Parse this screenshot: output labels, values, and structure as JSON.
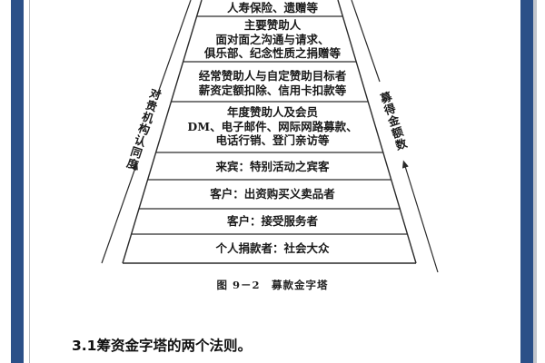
{
  "figure": {
    "tiers": [
      {
        "lines": [
          "人寿保险、遗赠等"
        ]
      },
      {
        "lines": [
          "主要赞助人",
          "面对面之沟通与请求、",
          "俱乐部、纪念性质之捐赠等"
        ]
      },
      {
        "lines": [
          "经常赞助人与自定赞助目标者",
          "薪资定额扣除、信用卡扣款等"
        ]
      },
      {
        "lines": [
          "年度赞助人及会员",
          "DM、电子邮件、网际网路募款、",
          "电话行销、登门亲访等"
        ]
      },
      {
        "lines": [
          "来宾：特别活动之宾客"
        ]
      },
      {
        "lines": [
          "客户：出资购买义卖品者"
        ]
      },
      {
        "lines": [
          "客户：接受服务者"
        ]
      },
      {
        "lines": [
          "个人捐款者：社会大众"
        ]
      }
    ],
    "left_axis_label": "对贵机构认同度",
    "right_axis_label": "募得金额数",
    "caption": "图 9－2　募款金字塔"
  },
  "section_heading": "3.1筹资金字塔的两个法则。",
  "colors": {
    "border_blue": "#2b5088",
    "line": "#2a2a2a"
  }
}
